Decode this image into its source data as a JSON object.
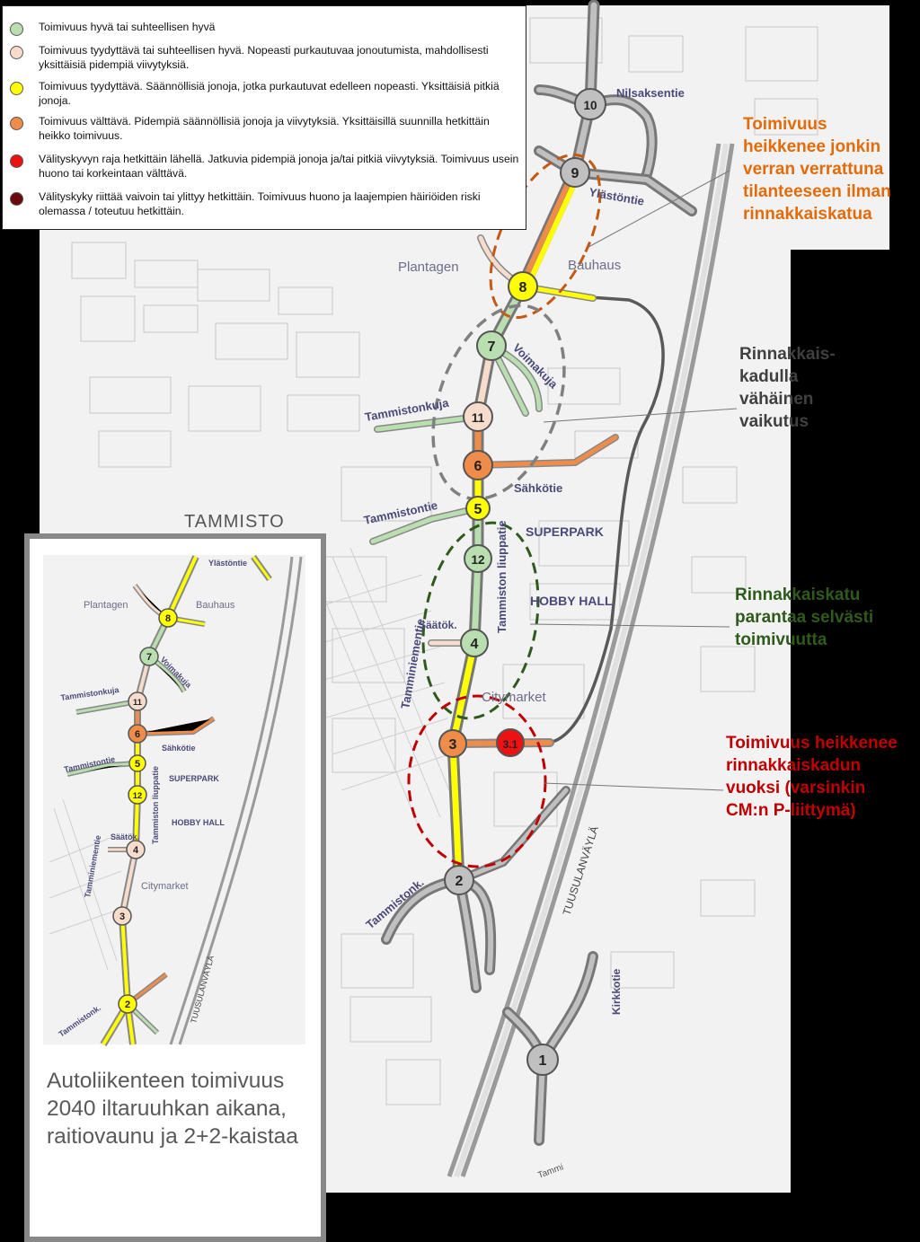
{
  "legend": [
    {
      "color": "#b9dfb0",
      "text": "Toimivuus hyvä tai suhteellisen hyvä"
    },
    {
      "color": "#f7dccc",
      "text": "Toimivuus tyydyttävä tai suhteellisen hyvä. Nopeasti purkautuvaa jonoutumista, mahdollisesti yksittäisiä pidempiä viivytyksiä."
    },
    {
      "color": "#ffff00",
      "text": "Toimivuus tyydyttävä. Säännöllisiä jonoja, jotka purkautuvat edelleen nopeasti. Yksittäisiä pitkiä jonoja."
    },
    {
      "color": "#f08c4a",
      "text": "Toimivuus välttävä. Pidempiä säännöllisiä jonoja ja viivytyksiä. Yksittäisillä suunnilla hetkittäin heikko toimivuus."
    },
    {
      "color": "#ee1111",
      "text": "Välityskyvyn raja hetkittäin lähellä. Jatkuvia pidempiä jonoja ja/tai pitkiä viivytyksiä. Toimivuus usein huono tai korkeintaan välttävä."
    },
    {
      "color": "#6b0a0a",
      "text": "Välityskyky riittää vaivoin tai ylittyy hetkittäin.  Toimivuus huono ja laajempien häiriöiden riski olemassa / toteutuu hetkittäin."
    }
  ],
  "place_labels": {
    "tammisto": "TAMMISTO",
    "plantagen": "Plantagen",
    "bauhaus": "Bauhaus",
    "superpark": "SUPERPARK",
    "hobby_hall": "HOBBY HALL",
    "citymarket": "Citymarket",
    "nilsaksentie": "Nilsaksentie",
    "ylastontie": "Ylästöntie",
    "voimakuja": "Voimakuja",
    "tammistonkuja": "Tammistonkuja",
    "sahkotie": "Sähkötie",
    "tammistontie": "Tammistontie",
    "tammiston_liuppatie": "Tammiston liuppatie",
    "saatok": "Säätök.",
    "tamminiementie": "Tamminiementie",
    "tammistonk": "Tammistonk.",
    "tuusulanvayla": "TUUSULANVÄYLÄ",
    "kirkkotie": "Kirkkotie",
    "tammi": "Tammi"
  },
  "nodes": [
    {
      "id": "10",
      "color": "#c0c0c0",
      "label": "10"
    },
    {
      "id": "9",
      "color": "#c0c0c0",
      "label": "9"
    },
    {
      "id": "8",
      "color": "#ffff00",
      "label": "8"
    },
    {
      "id": "7",
      "color": "#b9dfb0",
      "label": "7"
    },
    {
      "id": "11",
      "color": "#f7dccc",
      "label": "11"
    },
    {
      "id": "6",
      "color": "#f08c4a",
      "label": "6"
    },
    {
      "id": "5",
      "color": "#ffff00",
      "label": "5"
    },
    {
      "id": "12",
      "color": "#b9dfb0",
      "label": "12"
    },
    {
      "id": "4",
      "color": "#b9dfb0",
      "label": "4"
    },
    {
      "id": "3",
      "color": "#f08c4a",
      "label": "3"
    },
    {
      "id": "3.1",
      "color": "#ee1111",
      "label": "3.1"
    },
    {
      "id": "2",
      "color": "#c0c0c0",
      "label": "2"
    },
    {
      "id": "1",
      "color": "#c0c0c0",
      "label": "1"
    }
  ],
  "inset_nodes": [
    {
      "id": "8",
      "color": "#ffff00",
      "label": "8"
    },
    {
      "id": "7",
      "color": "#b9dfb0",
      "label": "7"
    },
    {
      "id": "11",
      "color": "#f7dccc",
      "label": "11"
    },
    {
      "id": "6",
      "color": "#f08c4a",
      "label": "6"
    },
    {
      "id": "5",
      "color": "#ffff00",
      "label": "5"
    },
    {
      "id": "12",
      "color": "#ffff00",
      "label": "12"
    },
    {
      "id": "4",
      "color": "#f7dccc",
      "label": "4"
    },
    {
      "id": "3",
      "color": "#f7dccc",
      "label": "3"
    },
    {
      "id": "2",
      "color": "#ffff00",
      "label": "2"
    }
  ],
  "inset_labels": {
    "ylastontie": "Ylästöntie",
    "plantagen": "Plantagen",
    "bauhaus": "Bauhaus",
    "voimakuja": "Voimakuja",
    "tammistonkuja": "Tammistonkuja",
    "sahkotie": "Sähkötie",
    "tammistontie": "Tammistontie",
    "superpark": "SUPERPARK",
    "hobby_hall": "HOBBY HALL",
    "tammiston_liuppatie": "Tammiston liuppatie",
    "saatok": "Säätök.",
    "tamminiementie": "Tamminiementie",
    "citymarket": "Citymarket",
    "tammistonk": "Tammistonk.",
    "tuusulanvayla": "TUUSULANVÄYLÄ"
  },
  "inset_caption": "Autoliikenteen toimivuus 2040 iltaruuhkan aikana, raitiovaunu ja 2+2-kaistaa",
  "notes": {
    "orange": {
      "text": "Toimivuus heikkenee jonkin verran verrattuna tilanteeseen ilman rinnakkaiskatua",
      "color": "#e26b0a"
    },
    "gray": {
      "text": "Rinnakkais-kadulla vähäinen vaikutus",
      "color": "#404040"
    },
    "green": {
      "text": "Rinnakkaiskatu parantaa selvästi toimivuutta",
      "color": "#2e5a1c"
    },
    "red": {
      "text": "Toimivuus heikkenee rinnakkaiskadun vuoksi (varsinkin CM:n P-liittymä)",
      "color": "#c00000"
    }
  },
  "colors": {
    "good": "#b9dfb0",
    "satisfactory_good": "#f7dccc",
    "satisfactory": "#ffff00",
    "tolerable": "#f08c4a",
    "limit": "#ee1111",
    "poor": "#6b0a0a",
    "unchanged": "#c0c0c0"
  }
}
